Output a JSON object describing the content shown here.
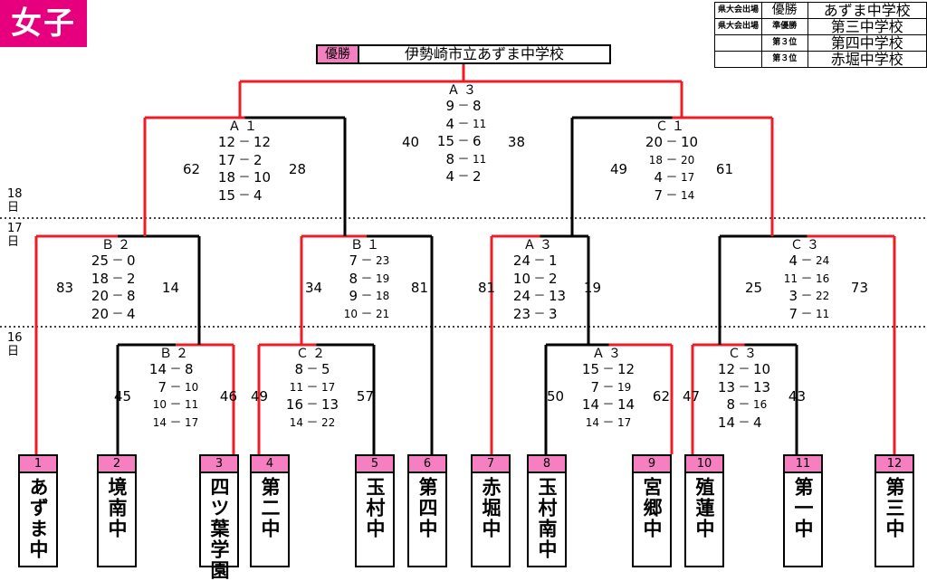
{
  "title": "女子",
  "results": [
    {
      "qual": "県大会出場",
      "rank": "優勝",
      "school": "あずま中学校"
    },
    {
      "qual": "県大会出場",
      "rank": "準優勝",
      "school": "第三中学校"
    },
    {
      "qual": "",
      "rank": "第３位",
      "school": "第四中学校"
    },
    {
      "qual": "",
      "rank": "第３位",
      "school": "赤堀中学校"
    }
  ],
  "champion": {
    "label": "優勝",
    "school": "伊勢崎市立あずま中学校"
  },
  "days": [
    "18日",
    "17日",
    "16日"
  ],
  "teams": [
    {
      "num": "1",
      "name": "あずま中"
    },
    {
      "num": "2",
      "name": "境南中"
    },
    {
      "num": "3",
      "name": "四ツ葉学園"
    },
    {
      "num": "4",
      "name": "第二中"
    },
    {
      "num": "5",
      "name": "玉村中"
    },
    {
      "num": "6",
      "name": "第四中"
    },
    {
      "num": "7",
      "name": "赤堀中"
    },
    {
      "num": "8",
      "name": "玉村南中"
    },
    {
      "num": "9",
      "name": "宮郷中"
    },
    {
      "num": "10",
      "name": "殖蓮中"
    },
    {
      "num": "11",
      "name": "第一中"
    },
    {
      "num": "12",
      "name": "第三中"
    }
  ],
  "matches": [
    {
      "court": "Ｂ２",
      "left_total": "45",
      "right_total": "46",
      "sets": [
        [
          "14",
          "8"
        ],
        [
          "7",
          "10"
        ],
        [
          "10",
          "11"
        ],
        [
          "14",
          "17"
        ]
      ]
    },
    {
      "court": "Ｃ２",
      "left_total": "49",
      "right_total": "57",
      "sets": [
        [
          "8",
          "5"
        ],
        [
          "11",
          "17"
        ],
        [
          "16",
          "13"
        ],
        [
          "14",
          "22"
        ]
      ]
    },
    {
      "court": "Ａ３",
      "left_total": "50",
      "right_total": "62",
      "sets": [
        [
          "15",
          "12"
        ],
        [
          "7",
          "19"
        ],
        [
          "14",
          "14"
        ],
        [
          "14",
          "17"
        ]
      ]
    },
    {
      "court": "Ｃ３",
      "left_total": "47",
      "right_total": "43",
      "sets": [
        [
          "12",
          "10"
        ],
        [
          "13",
          "13"
        ],
        [
          "8",
          "16"
        ],
        [
          "14",
          "4"
        ]
      ]
    },
    {
      "court": "Ｂ２",
      "left_total": "83",
      "right_total": "14",
      "sets": [
        [
          "25",
          "0"
        ],
        [
          "18",
          "2"
        ],
        [
          "20",
          "8"
        ],
        [
          "20",
          "4"
        ]
      ]
    },
    {
      "court": "Ｂ１",
      "left_total": "34",
      "right_total": "81",
      "sets": [
        [
          "7",
          "23"
        ],
        [
          "8",
          "19"
        ],
        [
          "9",
          "18"
        ],
        [
          "10",
          "21"
        ]
      ]
    },
    {
      "court": "Ａ３",
      "left_total": "81",
      "right_total": "19",
      "sets": [
        [
          "24",
          "1"
        ],
        [
          "10",
          "2"
        ],
        [
          "24",
          "13"
        ],
        [
          "23",
          "3"
        ]
      ]
    },
    {
      "court": "Ｃ３",
      "left_total": "25",
      "right_total": "73",
      "sets": [
        [
          "4",
          "24"
        ],
        [
          "11",
          "16"
        ],
        [
          "3",
          "22"
        ],
        [
          "7",
          "11"
        ]
      ]
    },
    {
      "court": "Ａ１",
      "left_total": "62",
      "right_total": "28",
      "sets": [
        [
          "12",
          "12"
        ],
        [
          "17",
          "2"
        ],
        [
          "18",
          "10"
        ],
        [
          "15",
          "4"
        ]
      ]
    },
    {
      "court": "Ｃ１",
      "left_total": "49",
      "right_total": "61",
      "sets": [
        [
          "20",
          "10"
        ],
        [
          "18",
          "20"
        ],
        [
          "4",
          "17"
        ],
        [
          "7",
          "14"
        ]
      ]
    },
    {
      "court": "Ａ３",
      "left_total": "40",
      "right_total": "38",
      "sets": [
        [
          "9",
          "8"
        ],
        [
          "4",
          "11"
        ],
        [
          "15",
          "6"
        ],
        [
          "8",
          "11"
        ],
        [
          "4",
          "2"
        ]
      ]
    }
  ]
}
